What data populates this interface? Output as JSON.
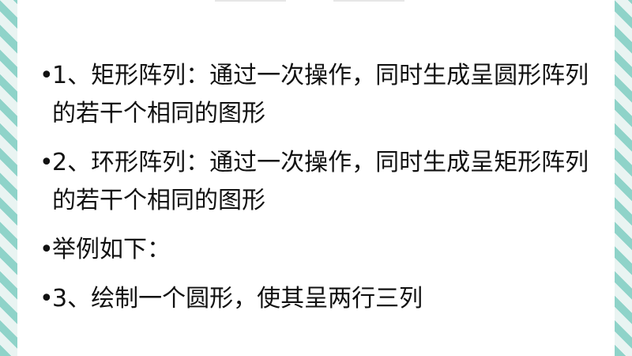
{
  "items": [
    {
      "text": "1、矩形阵列：通过一次操作，同时生成呈圆形阵列的若干个相同的图形"
    },
    {
      "text": "2、环形阵列：通过一次操作，同时生成呈矩形阵列的若干个相同的图形"
    },
    {
      "text": "举例如下："
    },
    {
      "text": "3、绘制一个圆形，使其呈两行三列"
    }
  ],
  "bullet_symbol": "•",
  "colors": {
    "text": "#111111",
    "accent_stripe": "#8fd3c9",
    "slide_bg": "#ffffff"
  }
}
